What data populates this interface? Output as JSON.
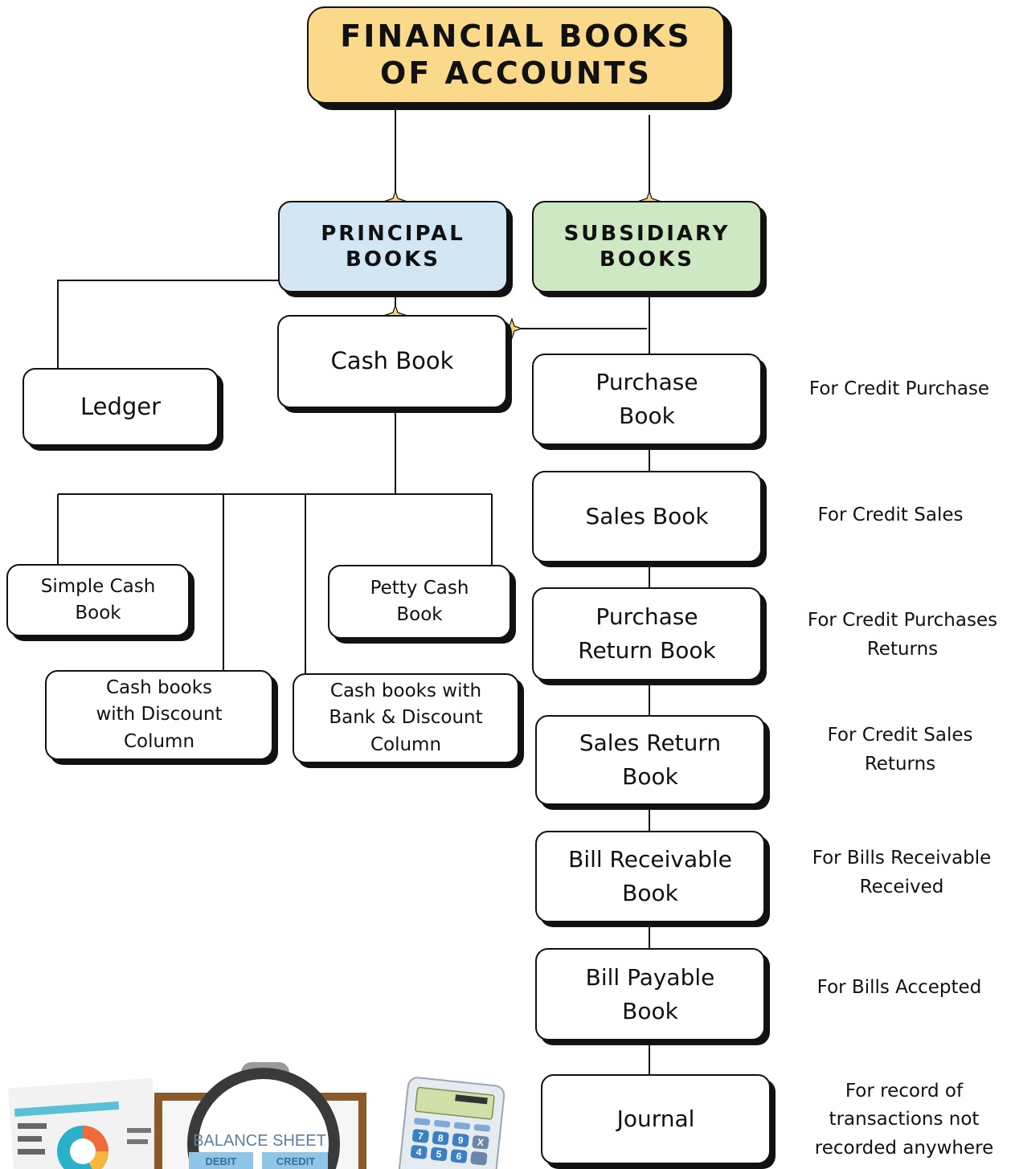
{
  "title": "FINANCIAL BOOKS OF ACCOUNTS",
  "categories": {
    "principal": "PRINCIPAL BOOKS",
    "subsidiary": "SUBSIDIARY BOOKS"
  },
  "principal_books": {
    "ledger": "Ledger",
    "cash_book": "Cash Book"
  },
  "cash_book_types": {
    "simple": "Simple Cash Book",
    "petty": "Petty Cash Book",
    "discount": "Cash books with Discount Column",
    "bank_discount": "Cash books with Bank & Discount Column"
  },
  "subsidiary_books": [
    {
      "name": "Purchase Book",
      "description": "For Credit Purchase"
    },
    {
      "name": "Sales Book",
      "description": "For Credit Sales"
    },
    {
      "name": "Purchase Return Book",
      "description": "For Credit Purchases Returns"
    },
    {
      "name": "Sales Return Book",
      "description": "For Credit Sales Returns"
    },
    {
      "name": "Bill Receivable Book",
      "description": "For Bills Receivable Received"
    },
    {
      "name": "Bill Payable Book",
      "description": "For Bills Accepted"
    },
    {
      "name": "Journal",
      "description": "For record of transactions not recorded anywhere"
    }
  ],
  "illustration": {
    "balance_sheet": "BALANCE SHEET",
    "debit": "DEBIT",
    "credit": "CREDIT",
    "calc_keys": [
      "7",
      "8",
      "9",
      "X",
      "4",
      "5",
      "6"
    ]
  },
  "colors": {
    "title_fill": "#fbd98a",
    "principal_fill": "#d3e6f4",
    "subsidiary_fill": "#cfe8c4",
    "connector_star": "#f7d77c"
  }
}
